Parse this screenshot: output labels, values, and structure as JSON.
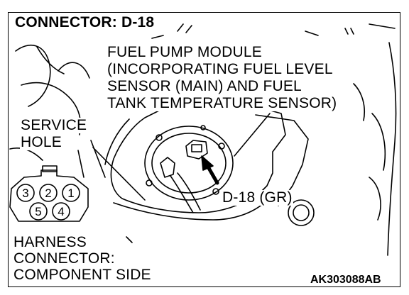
{
  "connector_title": "CONNECTOR: D-18",
  "component_label": {
    "line1": "FUEL PUMP MODULE",
    "line2": "(INCORPORATING FUEL LEVEL",
    "line3": "SENSOR (MAIN) AND FUEL",
    "line4": "TANK TEMPERATURE SENSOR)"
  },
  "service_hole_label": {
    "line1": "SERVICE",
    "line2": "HOLE"
  },
  "connector_callout": "D-18 (GR)",
  "harness_label": {
    "line1": "HARNESS",
    "line2": "CONNECTOR:",
    "line3": "COMPONENT SIDE"
  },
  "pins": {
    "top_row": [
      "3",
      "2",
      "1"
    ],
    "bottom_row": [
      "5",
      "4"
    ]
  },
  "figure_code": "AK303088AB"
}
